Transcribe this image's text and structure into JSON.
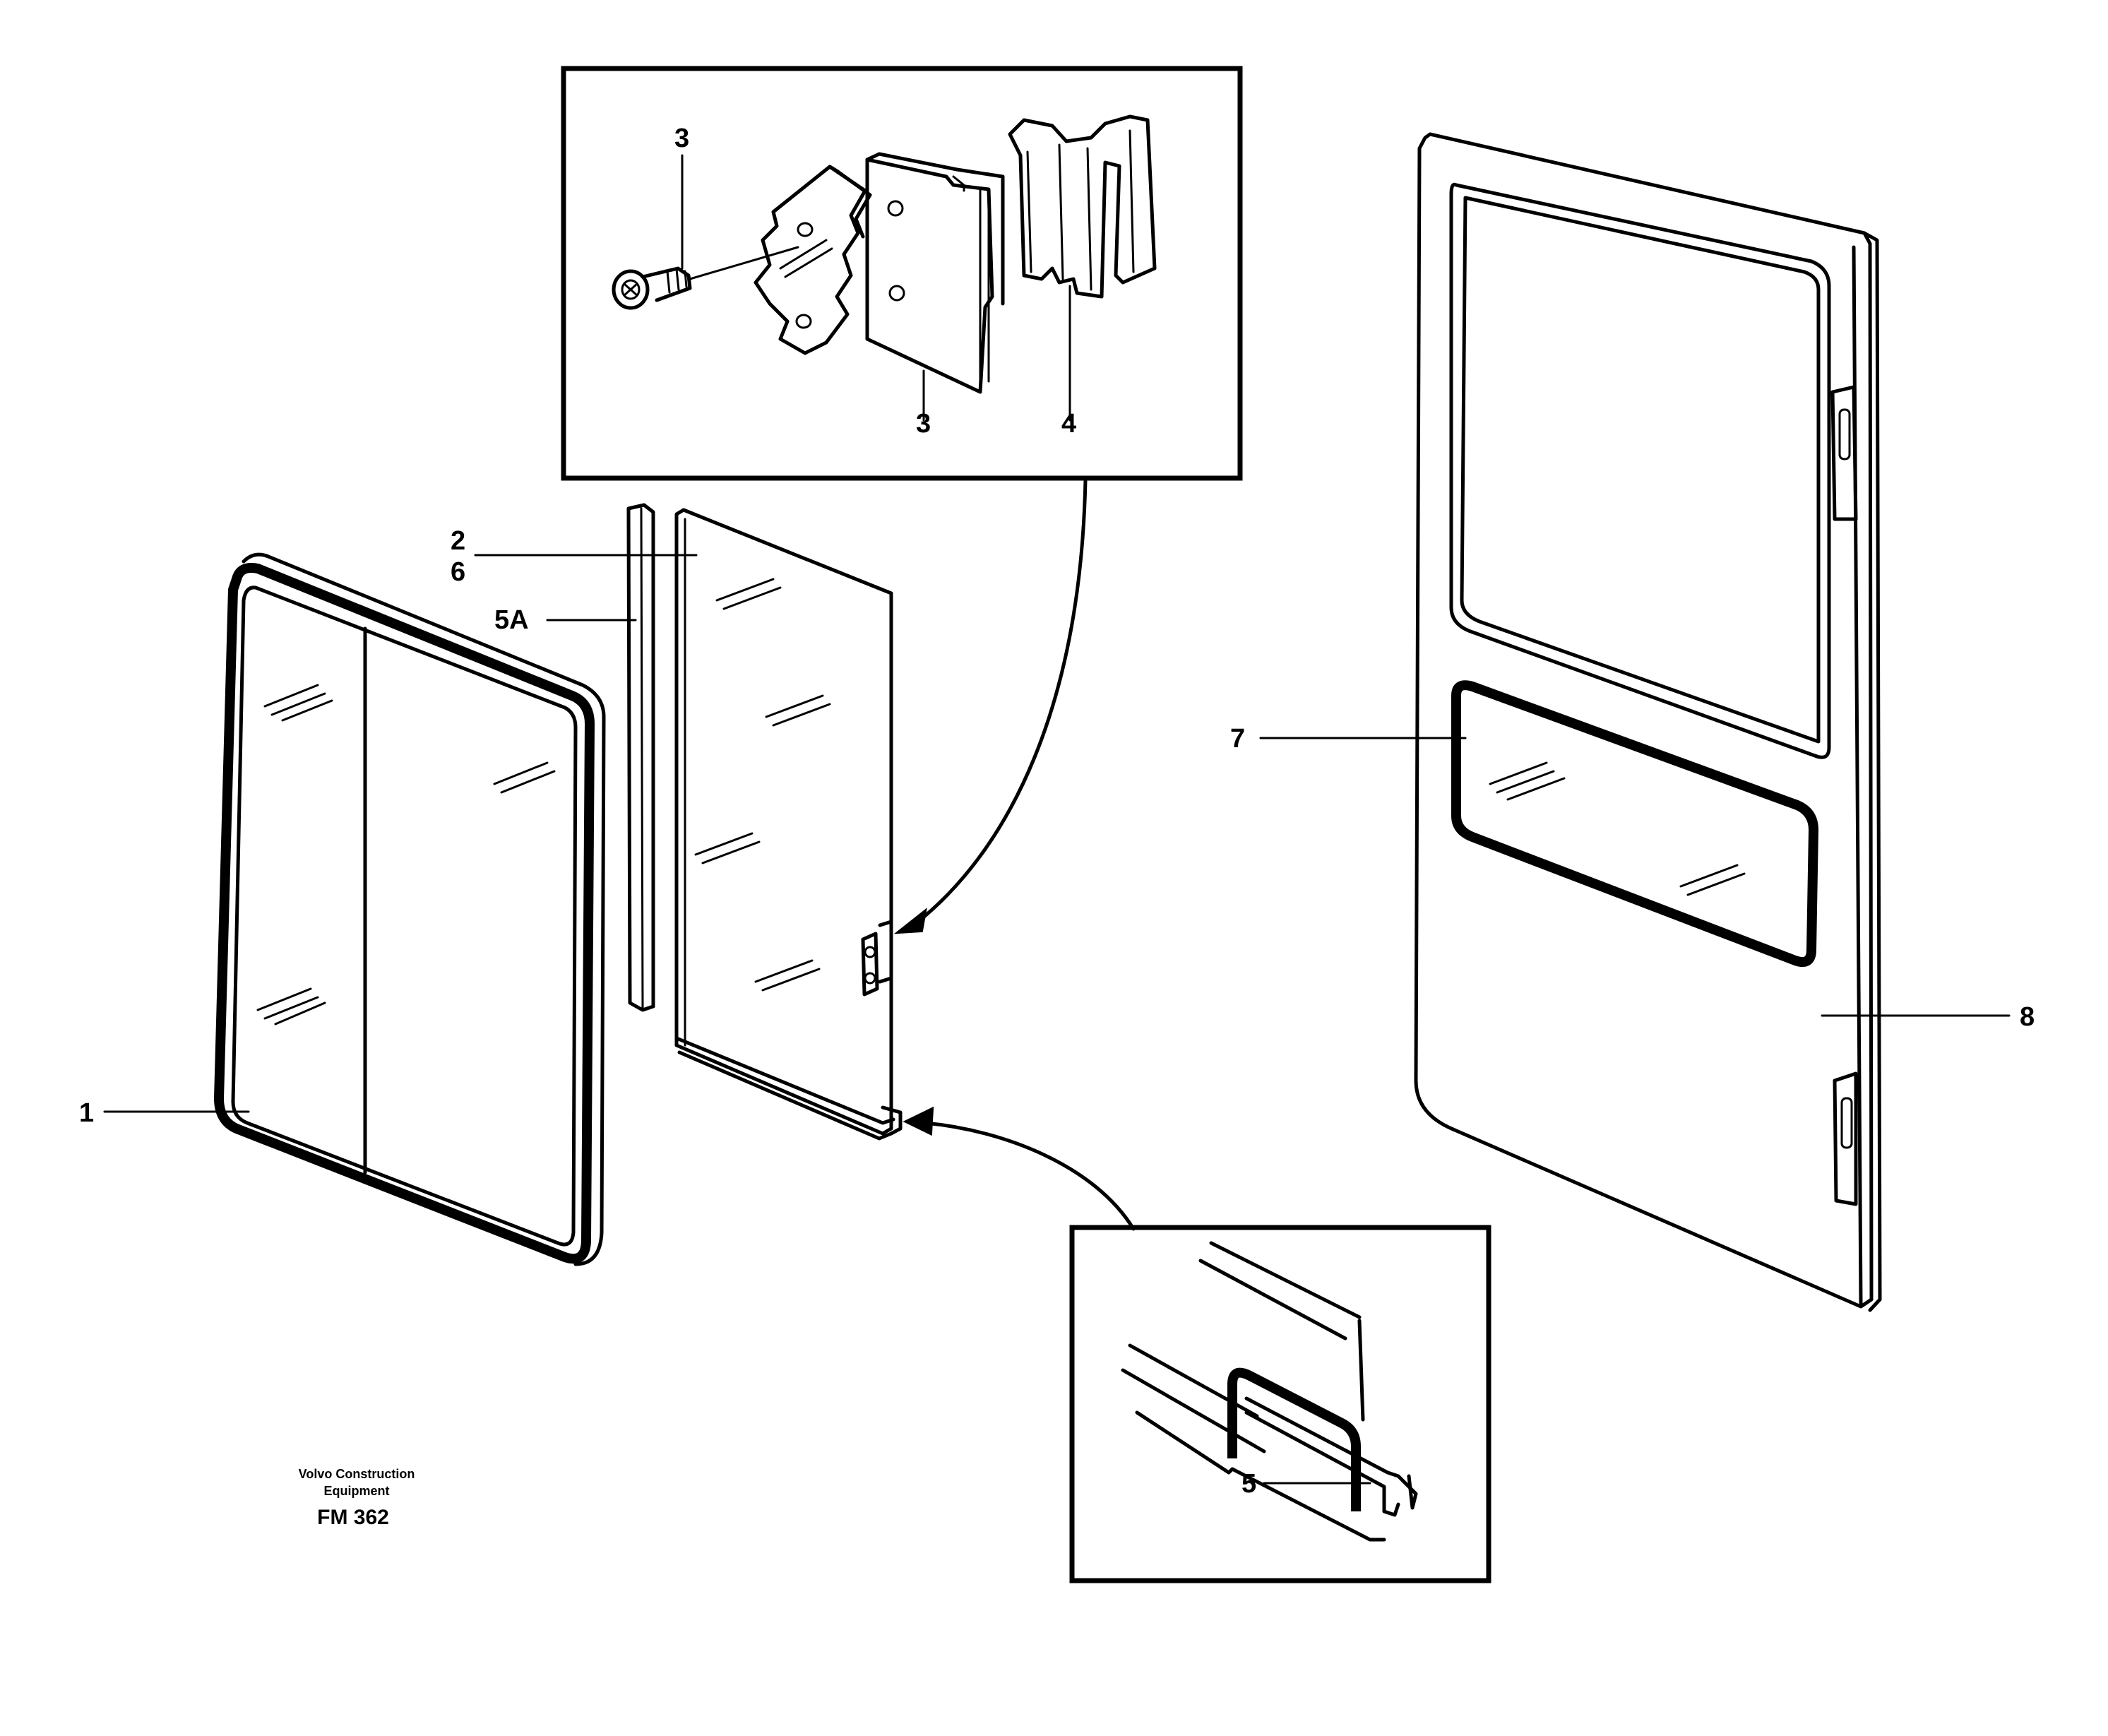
{
  "callouts": {
    "item_1": "1",
    "item_2": "2",
    "item_6": "6",
    "item_5a": "5A",
    "item_3_top": "3",
    "item_3_bottom": "3",
    "item_4": "4",
    "item_5": "5",
    "item_7": "7",
    "item_8": "8"
  },
  "footer": {
    "company_line1": "Volvo Construction",
    "company_line2": "Equipment",
    "figure_code": "FM 362"
  }
}
